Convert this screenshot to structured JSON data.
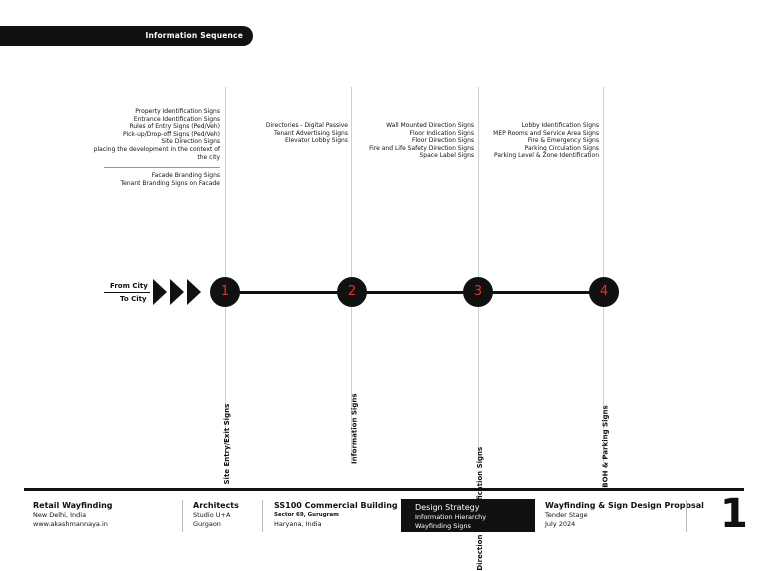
{
  "tag": "Information Sequence",
  "groups": {
    "site": [
      "Property Identification Signs",
      "Entrance Identification Signs",
      "Rules of Entry Signs (Ped/Veh)",
      "Pick-up/Drop-off Signs (Ped/Veh)",
      "Site Direction Signs",
      "placing the development in the context of",
      "the city"
    ],
    "site_extra": [
      "Facade Branding Signs",
      "Tenant Branding Signs on Facade"
    ],
    "information": [
      "Directories - Digital Passive",
      "Tenant Advertising Signs",
      "Elevator Lobby Signs"
    ],
    "direction": [
      "Wall Mounted Direction Signs",
      "Floor Indication Signs",
      "Floor Direction Signs",
      "Fire and Life Safety Direction Signs",
      "Space Label Signs"
    ],
    "boh": [
      "Lobby Identification Signs",
      "MEP Rooms and Service Area Signs",
      "Fire & Emergency Signs",
      "Parking Circulation Signs",
      "Parking Level & Zone Identification"
    ]
  },
  "flow": {
    "from": "From City",
    "to": "To City"
  },
  "stages": [
    {
      "num": "1",
      "label": "Site Entry/Exit  Signs"
    },
    {
      "num": "2",
      "label": "Information Signs"
    },
    {
      "num": "3",
      "label": "Direction & Identification Signs"
    },
    {
      "num": "4",
      "label": "BOH & Parking Signs"
    }
  ],
  "footer": {
    "project": {
      "title": "Retail Wayfinding",
      "line1": "New Delhi, India",
      "line2": "www.akashmannaya.in"
    },
    "architects": {
      "title": "Architects",
      "line1": "Studio U+A",
      "line2": "Gurgaon"
    },
    "building": {
      "title": "SS100 Commercial Building",
      "line1": "Sector 69, Gurugram",
      "line2": "Haryana, India"
    },
    "strategy": {
      "title": "Design Strategy",
      "line1": "Information Hierarchy",
      "line2": "Wayfinding Signs"
    },
    "proposal": {
      "title": "Wayfinding & Sign Design Proposal",
      "line1": "Tender Stage",
      "line2": "July 2024"
    },
    "page": "1"
  },
  "colors": {
    "accent": "#e8302a",
    "ink": "#111111"
  }
}
